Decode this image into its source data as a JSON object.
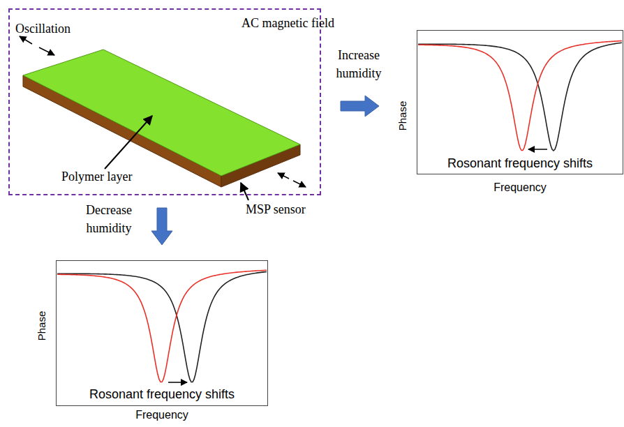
{
  "diagram": {
    "nodes": [
      {
        "text": [
          "AC magnetic field"
        ]
      },
      {
        "text": [
          "Phase",
          "Rosonant frequency shifts",
          "Frequency"
        ]
      },
      {
        "text": [
          "Phase",
          "Rosonant frequency shifts",
          "Frequency"
        ]
      }
    ],
    "edges": [
      {
        "from": 0,
        "to": 1,
        "arrow": "to",
        "label": "Increase humidity"
      },
      {
        "from": 0,
        "to": 2,
        "arrow": "to",
        "label": "Decrease humidity"
      }
    ],
    "labels": [
      "Oscillation",
      "Polymer layer",
      "MSP sensor"
    ]
  }
}
